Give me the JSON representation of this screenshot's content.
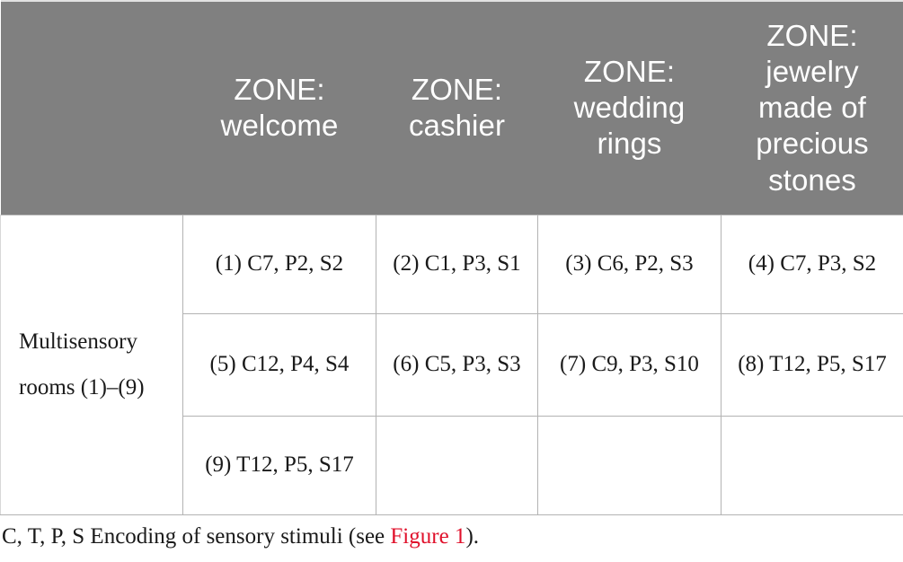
{
  "table": {
    "columns": [
      {
        "id": "rowlabel",
        "header": ""
      },
      {
        "id": "welcome",
        "header_line1": "ZONE:",
        "header_line2": "welcome"
      },
      {
        "id": "cashier",
        "header_line1": "ZONE:",
        "header_line2": "cashier"
      },
      {
        "id": "wedding_rings",
        "header_line1": "ZONE:",
        "header_line2": "wedding rings"
      },
      {
        "id": "jewelry_precious_stones",
        "header_line1": "ZONE:",
        "header_line2": "jewelry made of precious stones"
      }
    ],
    "row_label": "Multisensory rooms (1)–(9)",
    "rows": [
      {
        "welcome": "(1) C7, P2, S2",
        "cashier": "(2) C1, P3, S1",
        "wedding_rings": "(3) C6, P2, S3",
        "jewelry_precious_stones": "(4) C7, P3, S2"
      },
      {
        "welcome": "(5) C12, P4, S4",
        "cashier": "(6) C5, P3, S3",
        "wedding_rings": "(7) C9, P3, S10",
        "jewelry_precious_stones": "(8) T12, P5, S17"
      },
      {
        "welcome": "(9) T12, P5, S17",
        "cashier": "",
        "wedding_rings": "",
        "jewelry_precious_stones": ""
      }
    ]
  },
  "footnote": {
    "text_before": "C, T, P, S Encoding of sensory stimuli (see ",
    "link_text": "Figure 1",
    "text_after": ")."
  },
  "colors": {
    "header_background": "#808080",
    "header_text": "#ffffff",
    "grid_line": "#b3b3b3",
    "body_text": "#1a1a1a",
    "link_red": "#e0112b",
    "page_background": "#ffffff"
  }
}
